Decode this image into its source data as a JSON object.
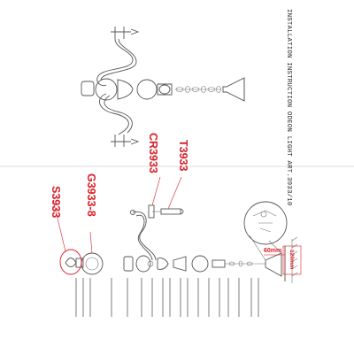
{
  "title": "INSTALLATION INSTRUCTION ODEON LIGHT ART.3933/10",
  "part_labels": {
    "s": "S3933",
    "g": "G3933-8",
    "cr": "CR3933",
    "t": "T3933"
  },
  "dimensions": {
    "d60": "60mm",
    "d120": "120mm"
  },
  "colors": {
    "label_red": "#d8202a",
    "line_gray": "#555555"
  }
}
